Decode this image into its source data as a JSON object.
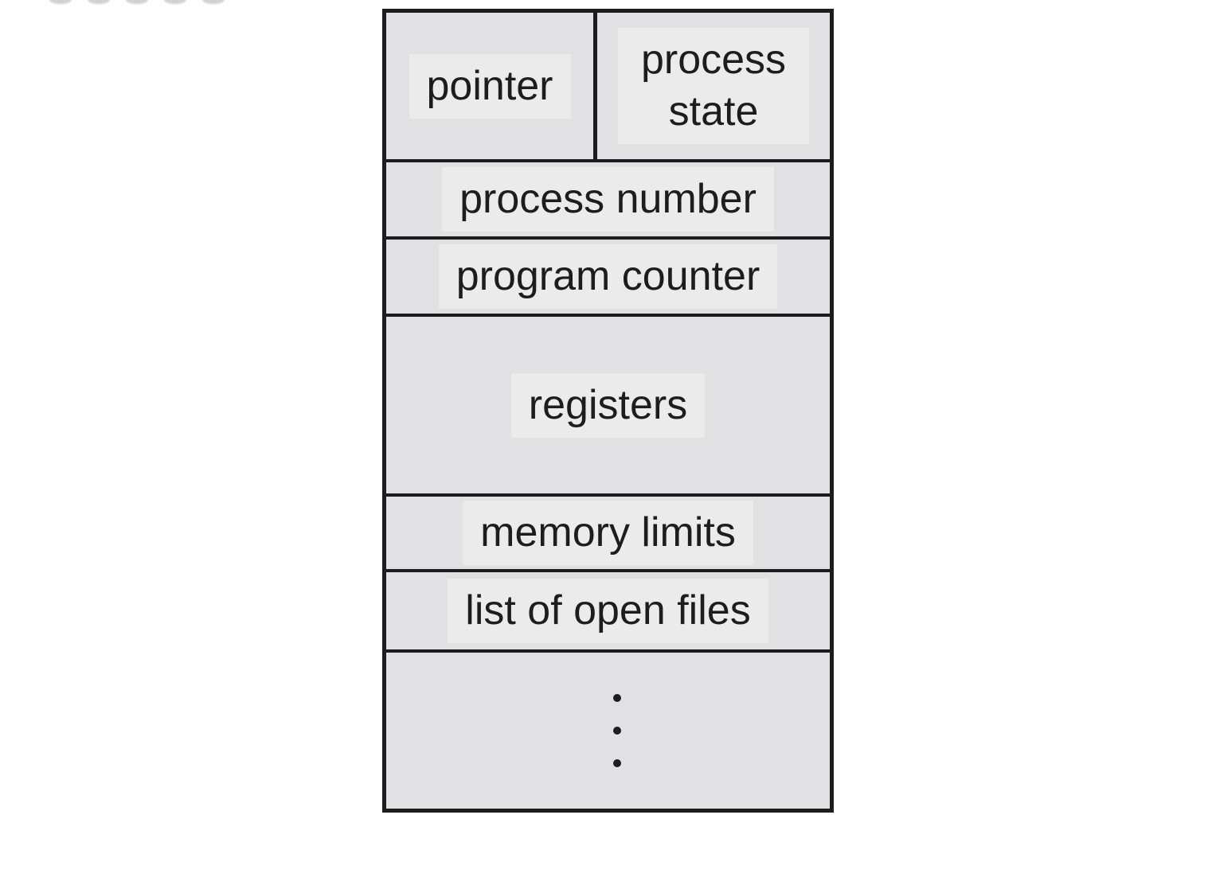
{
  "colors": {
    "cell_bg": "#e1e0e2",
    "line": "#1d1d1f",
    "text": "#1d1d1f",
    "crop_mark": "#d0d0d5",
    "page_bg": "#ffffff"
  },
  "pcb": {
    "top_row": {
      "left_label": "pointer",
      "right_label": "process state"
    },
    "rows": [
      "process number",
      "program counter",
      "registers",
      "memory limits",
      "list of open files"
    ],
    "ellipsis_dot_count": 3,
    "top_edge_mark_count": 5
  }
}
